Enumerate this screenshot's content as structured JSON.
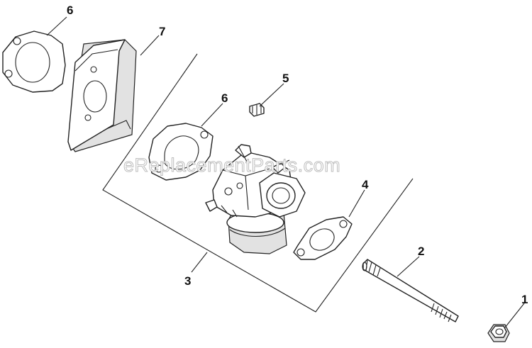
{
  "diagram": {
    "watermark": "eReplacementParts.com",
    "callouts": [
      {
        "id": "callout-1",
        "label": "1"
      },
      {
        "id": "callout-2",
        "label": "2"
      },
      {
        "id": "callout-3",
        "label": "3"
      },
      {
        "id": "callout-4",
        "label": "4"
      },
      {
        "id": "callout-5",
        "label": "5"
      },
      {
        "id": "callout-6-top",
        "label": "6"
      },
      {
        "id": "callout-6-mid",
        "label": "6"
      },
      {
        "id": "callout-7",
        "label": "7"
      }
    ],
    "colors": {
      "line": "#222222",
      "background": "#ffffff",
      "shade": "#e2e2e2",
      "watermark_outline": "#bdbdbd"
    }
  }
}
